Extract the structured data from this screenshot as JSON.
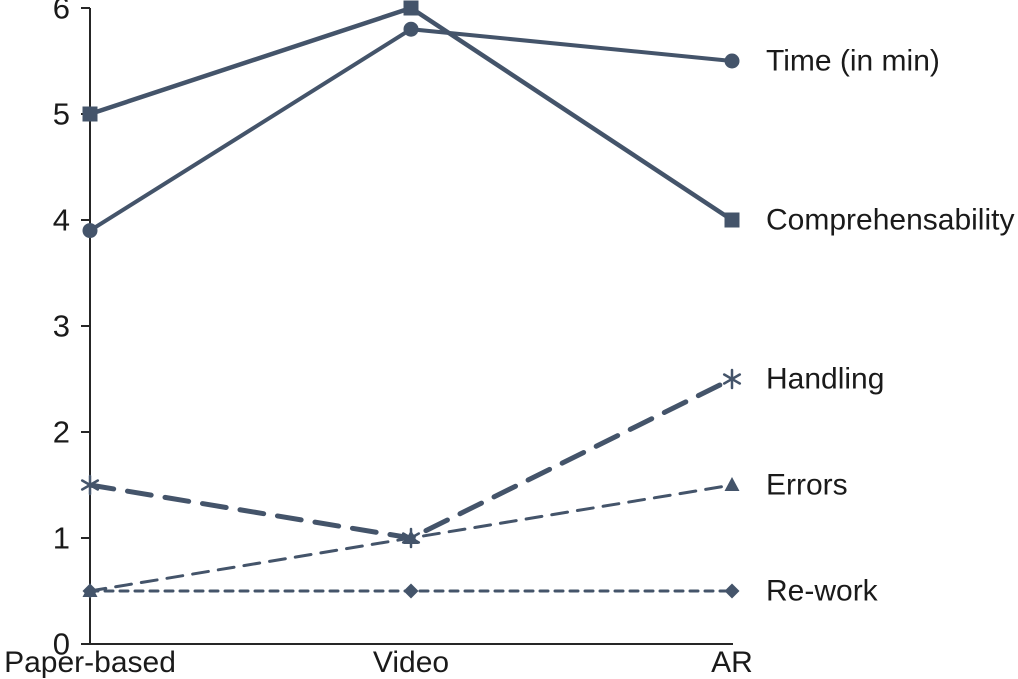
{
  "chart_data": {
    "type": "line",
    "title": "",
    "categories": [
      "Paper-based",
      "Video",
      "AR"
    ],
    "series": [
      {
        "name": "Time (in min)",
        "values": [
          3.9,
          5.8,
          5.5
        ],
        "marker": "circle",
        "line_style": "solid",
        "thickness": 4
      },
      {
        "name": "Comprehensability",
        "values": [
          5.0,
          6.0,
          4.0
        ],
        "marker": "square",
        "line_style": "solid",
        "thickness": 4.5
      },
      {
        "name": "Handling",
        "values": [
          1.5,
          1.0,
          2.5
        ],
        "marker": "asterisk",
        "line_style": "long-dash",
        "thickness": 5
      },
      {
        "name": "Errors",
        "values": [
          0.5,
          1.0,
          1.5
        ],
        "marker": "triangle",
        "line_style": "dash",
        "thickness": 3
      },
      {
        "name": "Re-work",
        "values": [
          0.5,
          0.5,
          0.5
        ],
        "marker": "diamond",
        "line_style": "short-dash",
        "thickness": 3
      }
    ],
    "yticks": [
      0,
      1,
      2,
      3,
      4,
      5,
      6
    ],
    "ylim": [
      0,
      6
    ],
    "grid": false,
    "legend_position": "right-of-last-point",
    "colors": {
      "series": "#44546A",
      "axis": "#262626",
      "text": "#1a1a1a"
    }
  }
}
